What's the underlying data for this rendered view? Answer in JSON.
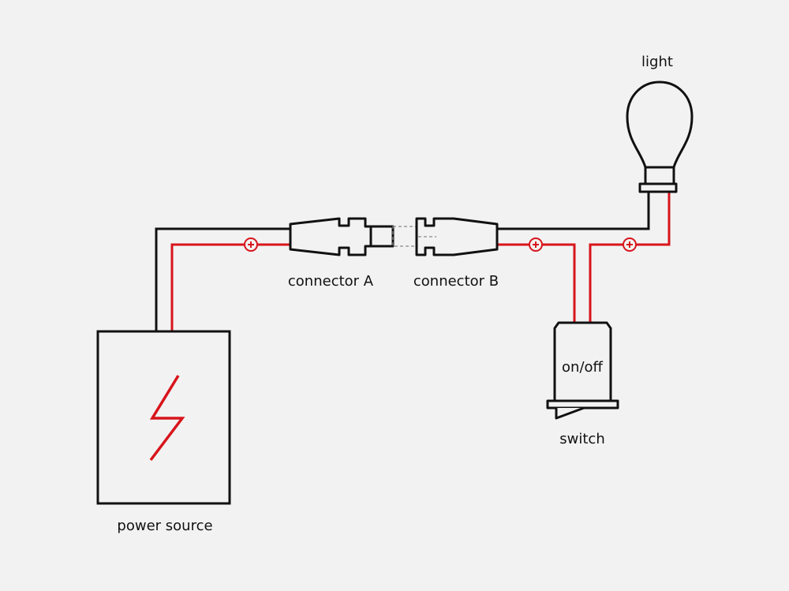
{
  "labels": {
    "light": "light",
    "connector_a": "connector A",
    "connector_b": "connector B",
    "switch_face": "on/off",
    "switch": "switch",
    "power_source": "power source"
  },
  "wire_colors": {
    "negative": "#111111",
    "positive": "#d8141b"
  },
  "icons": {
    "positive_marker": "plus-in-circle",
    "power_symbol": "lightning-bolt"
  }
}
